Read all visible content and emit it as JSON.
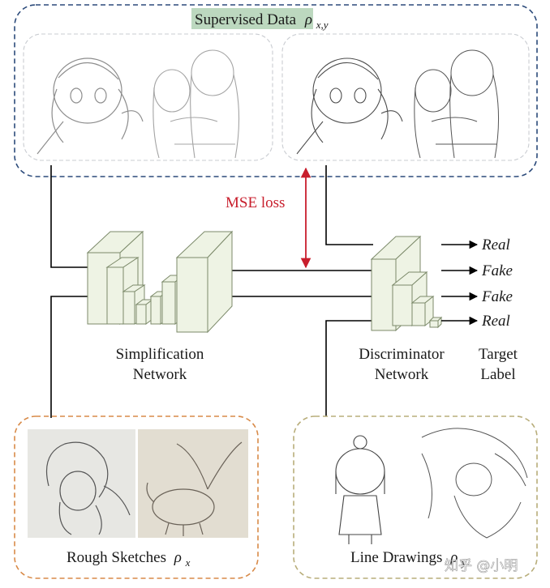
{
  "supervised": {
    "label": "Supervised Data",
    "symbol": "ρ",
    "subscript": "x,y"
  },
  "mse_loss": "MSE loss",
  "simplification": {
    "line1": "Simplification",
    "line2": "Network"
  },
  "discriminator": {
    "line1": "Discriminator",
    "line2": "Network"
  },
  "target": {
    "line1": "Target",
    "line2": "Label"
  },
  "outputs": [
    "Real",
    "Fake",
    "Fake",
    "Real"
  ],
  "rough": {
    "label": "Rough Sketches",
    "symbol": "ρ",
    "subscript": "x"
  },
  "lines": {
    "label": "Line Drawings",
    "symbol": "ρ",
    "subscript": "y"
  },
  "watermark": "知乎 @小明",
  "colors": {
    "supervised_border": "#2b4a7a",
    "supervised_highlight": "#bcd8bf",
    "rough_border": "#d88a48",
    "lines_border": "#b8ad7a",
    "network_fill": "#eef3e4",
    "network_stroke": "#7c8a6a",
    "mse": "#c81e2c"
  }
}
